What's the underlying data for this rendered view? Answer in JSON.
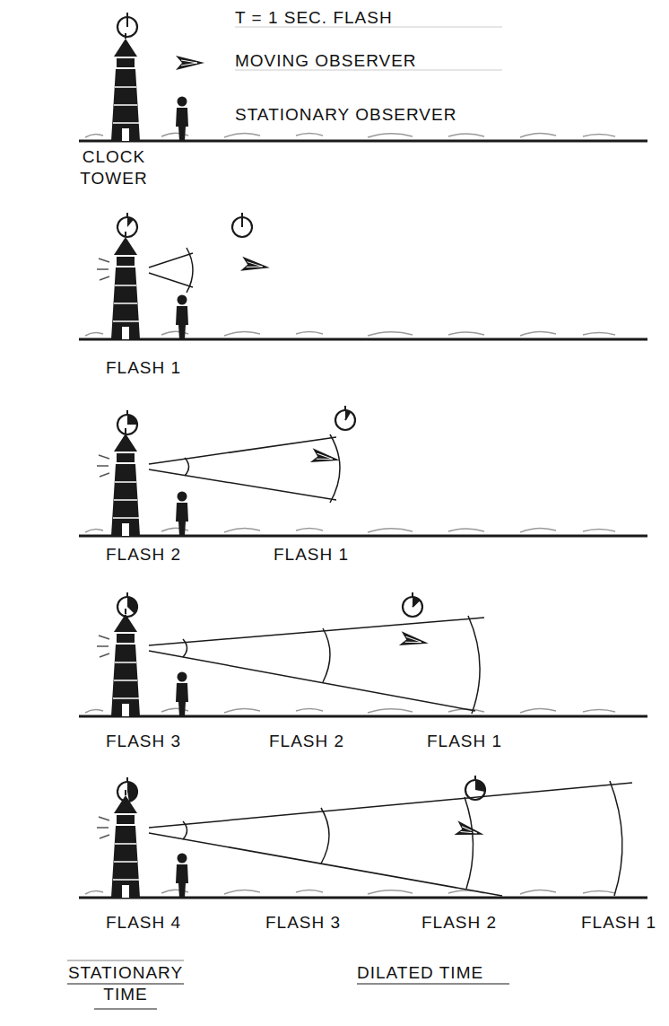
{
  "diagram": {
    "labels": [
      "CLOCK TOWER",
      "FLASH 1",
      "FLASH 2",
      "FLASH 1",
      "FLASH 3",
      "FLASH 2",
      "FLASH 1",
      "FLASH 4",
      "FLASH 3",
      "FLASH 2",
      "FLASH 1",
      "STATIONARY TIME",
      "DILATED TIME"
    ],
    "legend": [
      {
        "text": "T = 1 SEC. FLASH"
      },
      {
        "text": "MOVING OBSERVER"
      },
      {
        "text": "STATIONARY OBSERVER"
      }
    ]
  }
}
